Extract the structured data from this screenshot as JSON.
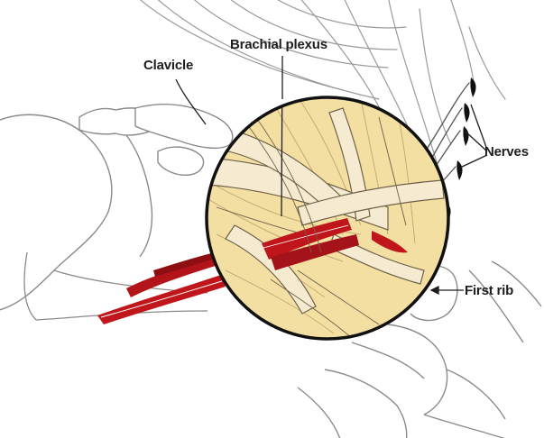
{
  "labels": {
    "clavicle": "Clavicle",
    "brachial_plexus": "Brachial plexus",
    "nerves": "Nerves",
    "first_rib": "First rib"
  },
  "colors": {
    "outline": "#8a8a8a",
    "ink": "#1e1e1e",
    "magnifier_fill": "#f4dfa3",
    "nerve_strand": "#f6ead0",
    "nerve_outline": "#6e6148",
    "artery": "#c0161b",
    "artery_dark": "#8e0f12"
  }
}
